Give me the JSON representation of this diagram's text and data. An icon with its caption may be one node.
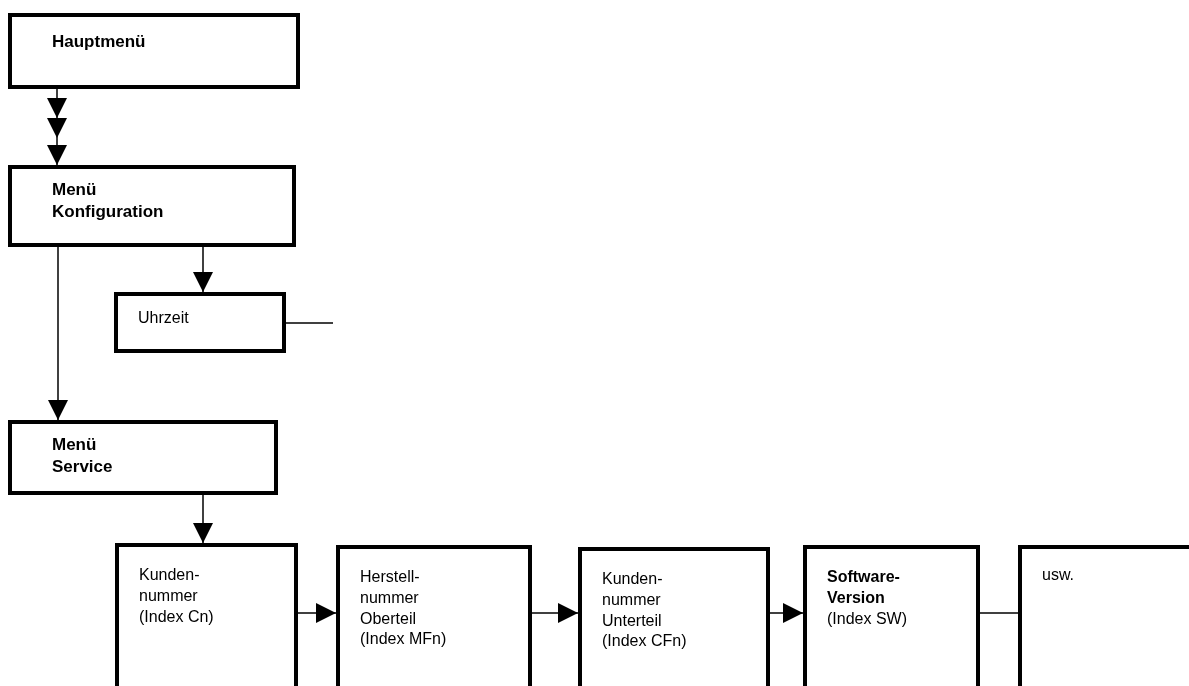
{
  "diagram": {
    "nodes": [
      {
        "text": [
          "Hauptmenü"
        ]
      },
      {
        "text": [
          "Menü Konfiguration"
        ]
      },
      {
        "text": [
          "Uhrzeit"
        ]
      },
      {
        "text": [
          "Menü Service"
        ]
      },
      {
        "text": [
          "Kunden- nummer (Index Cn)"
        ]
      },
      {
        "text": [
          "Herstell- nummer Oberteil (Index MFn)"
        ]
      },
      {
        "text": [
          "Kunden- nummer Unterteil (Index CFn)"
        ]
      },
      {
        "text": [
          "Software- Version",
          "(Index SW)"
        ]
      },
      {
        "text": [
          "usw."
        ]
      }
    ],
    "edges": [
      {
        "from": 0,
        "to": 1,
        "arrow": "to"
      },
      {
        "from": 1,
        "to": 2,
        "arrow": "to"
      },
      {
        "from": 1,
        "to": 3,
        "arrow": "to"
      },
      {
        "from": 2,
        "to": null,
        "arrow": "none"
      },
      {
        "from": 3,
        "to": 4,
        "arrow": "to"
      },
      {
        "from": 4,
        "to": 5,
        "arrow": "to"
      },
      {
        "from": 5,
        "to": 6,
        "arrow": "to"
      },
      {
        "from": 6,
        "to": 7,
        "arrow": "to"
      },
      {
        "from": 7,
        "to": 8,
        "arrow": "none"
      }
    ]
  }
}
